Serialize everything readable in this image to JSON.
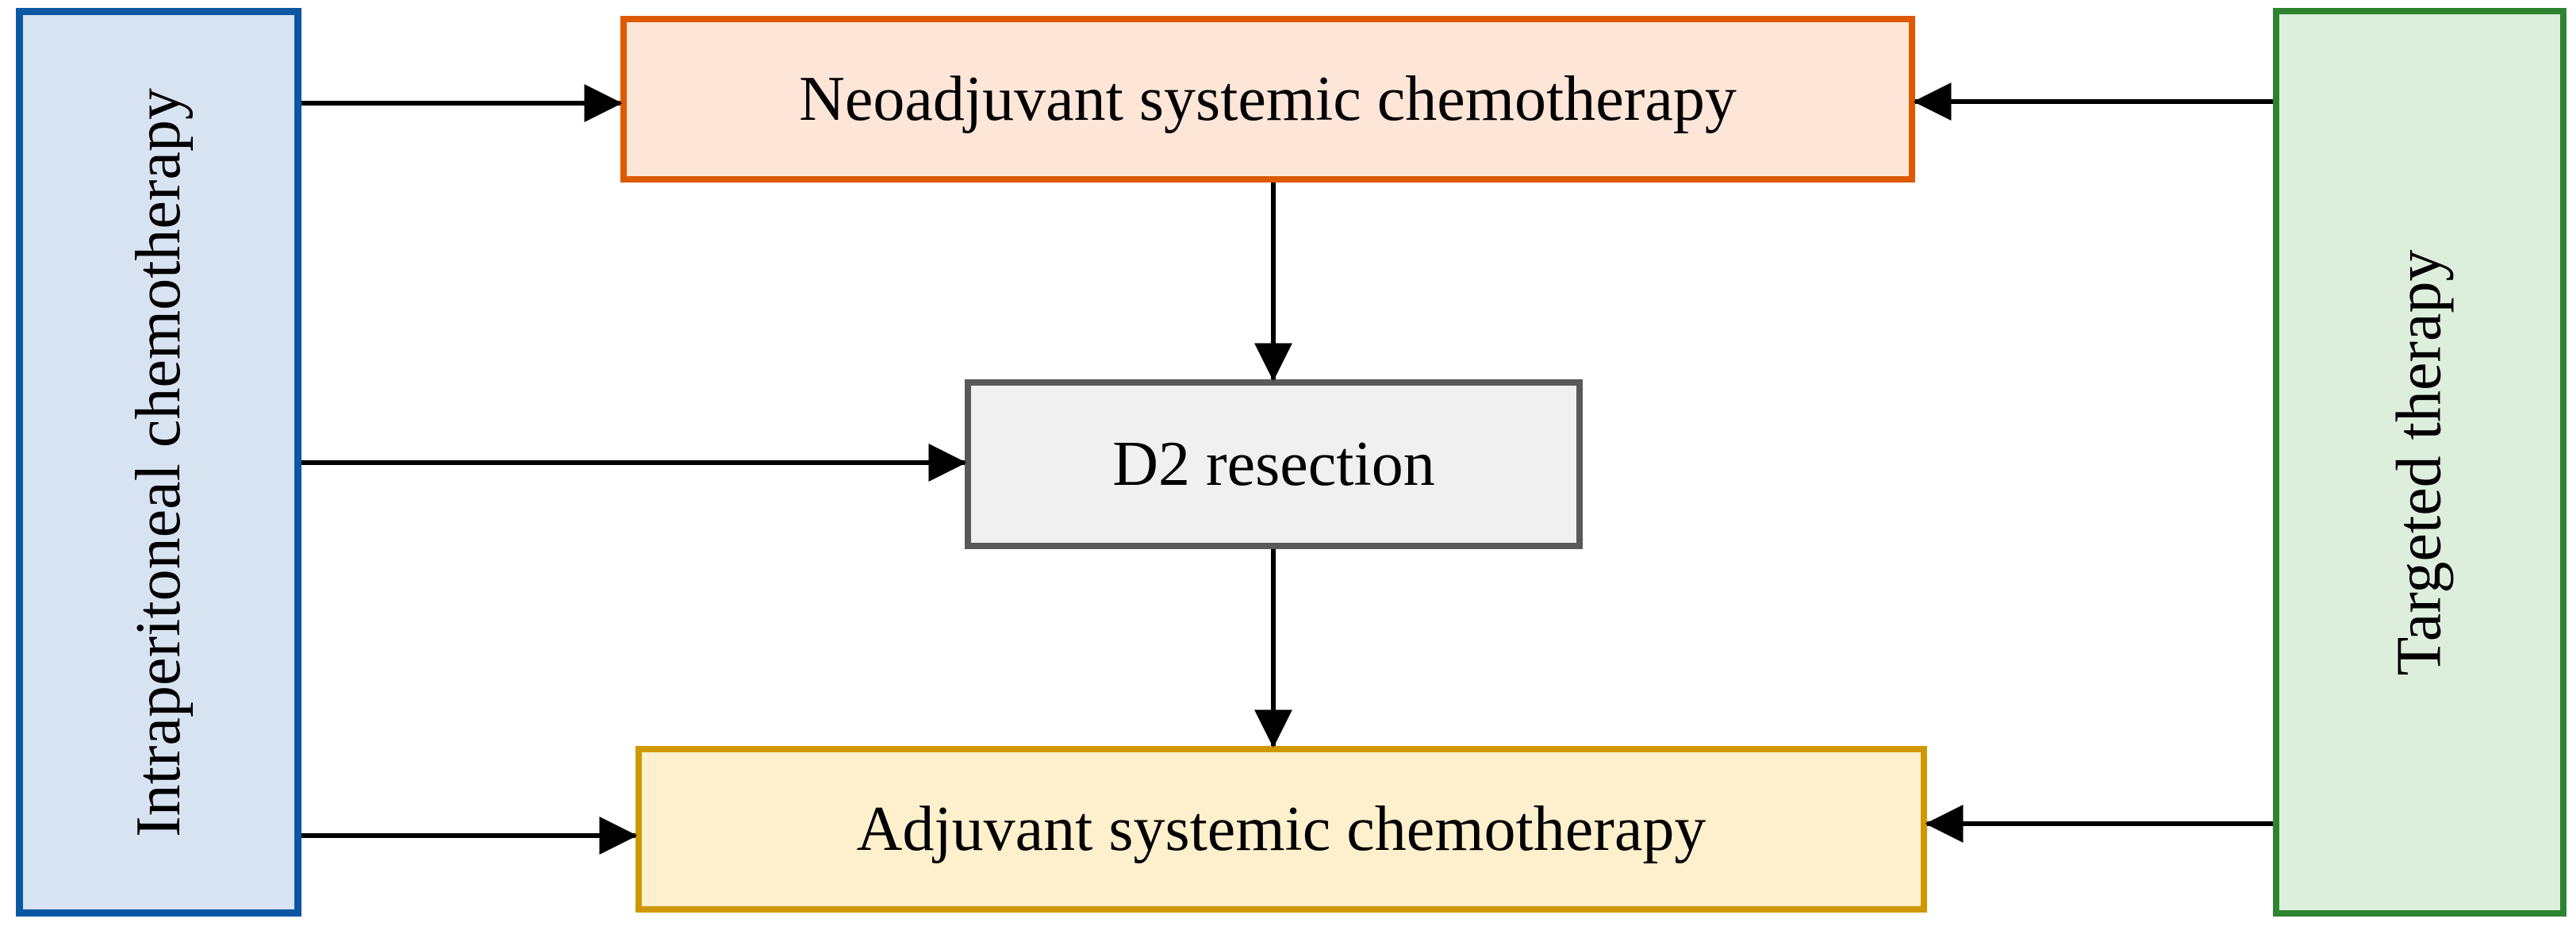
{
  "diagram": {
    "arrow_color": "#000000",
    "text_color": "#000000",
    "background": "#ffffff",
    "nodes": {
      "intraperitoneal": {
        "label": "Intraperitoneal chemotherapy",
        "fill": "#D8E3F2",
        "border": "#0B57A4"
      },
      "neoadjuvant": {
        "label": "Neoadjuvant systemic chemotherapy",
        "fill": "#FDE5D7",
        "border": "#DD5A00"
      },
      "d2": {
        "label": "D2 resection",
        "fill": "#F0F0F0",
        "border": "#595959"
      },
      "adjuvant": {
        "label": "Adjuvant systemic chemotherapy",
        "fill": "#FEF0CD",
        "border": "#D09800"
      },
      "targeted": {
        "label": "Targeted therapy",
        "fill": "#DDEEDC",
        "border": "#2E8330"
      }
    },
    "arrows": [
      {
        "from": "intraperitoneal",
        "to": "neoadjuvant"
      },
      {
        "from": "targeted",
        "to": "neoadjuvant"
      },
      {
        "from": "intraperitoneal",
        "to": "d2"
      },
      {
        "from": "neoadjuvant",
        "to": "d2"
      },
      {
        "from": "d2",
        "to": "adjuvant"
      },
      {
        "from": "intraperitoneal",
        "to": "adjuvant"
      },
      {
        "from": "targeted",
        "to": "adjuvant"
      }
    ]
  }
}
